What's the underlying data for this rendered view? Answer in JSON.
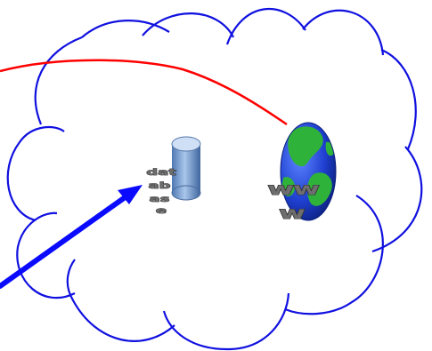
{
  "diagram": {
    "database_label_lines": [
      "dat",
      "ab",
      "as",
      "e"
    ],
    "www_label_lines": [
      "ww",
      "w"
    ],
    "colors": {
      "cloud_outline": "#1010e0",
      "connection_red": "#ff0000",
      "connection_blue": "#0a0aff",
      "database_body": "#7fa6d6",
      "globe_ocean": "#1f3fd0",
      "globe_land": "#2fb23a",
      "label_text": "#6e6e6e"
    },
    "icons": [
      "cloud-shape",
      "database-cylinder-icon",
      "globe-icon",
      "arrow-head"
    ]
  }
}
